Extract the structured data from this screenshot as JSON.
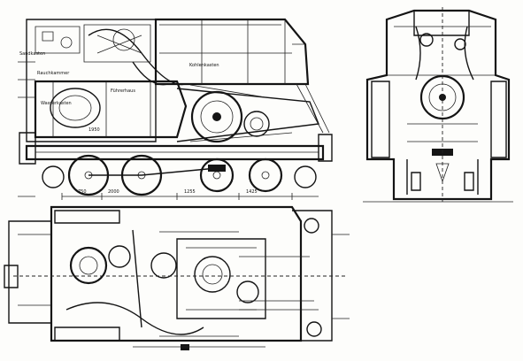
{
  "side_view": {
    "labels": [
      "Kohlenkasten",
      "Rauchkammer",
      "Wasserkasten",
      "Sandkasten",
      "Führerhaus"
    ],
    "dimensions": [
      "1950",
      "750",
      "2000",
      "1255",
      "1425"
    ]
  },
  "front_view": {},
  "plan_view": {}
}
